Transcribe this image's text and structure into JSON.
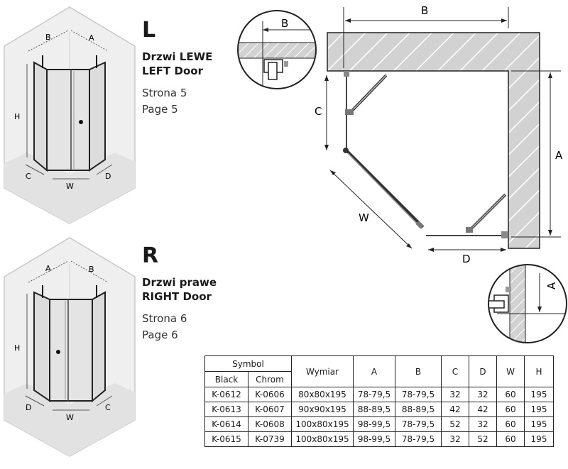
{
  "left_variant": {
    "letter": "L",
    "title_pl": "Drzwi LEWE",
    "title_en": "LEFT Door",
    "page_pl": "Strona 5",
    "page_en": "Page 5",
    "labels": {
      "b": "B",
      "a": "A",
      "h": "H",
      "c": "C",
      "w": "W",
      "d": "D"
    }
  },
  "right_variant": {
    "letter": "R",
    "title_pl": "Drzwi prawe",
    "title_en": "RIGHT Door",
    "page_pl": "Strona 6",
    "page_en": "Page 6",
    "labels": {
      "a": "A",
      "b": "B",
      "h": "H",
      "d": "D",
      "w": "W",
      "c": "C"
    }
  },
  "plan": {
    "labels": {
      "b": "B",
      "a": "A",
      "c": "C",
      "w": "W",
      "d": "D"
    },
    "detail_top_label": "B",
    "detail_bottom_label": "A"
  },
  "table": {
    "symbol_header": "Symbol",
    "black_header": "Black",
    "chrom_header": "Chrom",
    "columns": [
      "Wymiar",
      "A",
      "B",
      "C",
      "D",
      "W",
      "H"
    ],
    "rows": [
      [
        "K-0612",
        "K-0606",
        "80x80x195",
        "78-79,5",
        "78-79,5",
        "32",
        "32",
        "60",
        "195"
      ],
      [
        "K-0613",
        "K-0607",
        "90x90x195",
        "88-89,5",
        "88-89,5",
        "42",
        "42",
        "60",
        "195"
      ],
      [
        "K-0614",
        "K-0608",
        "100x80x195",
        "98-99,5",
        "78-79,5",
        "52",
        "32",
        "60",
        "195"
      ],
      [
        "K-0615",
        "K-0739",
        "100x80x195",
        "98-99,5",
        "78-79,5",
        "32",
        "52",
        "60",
        "195"
      ]
    ]
  }
}
